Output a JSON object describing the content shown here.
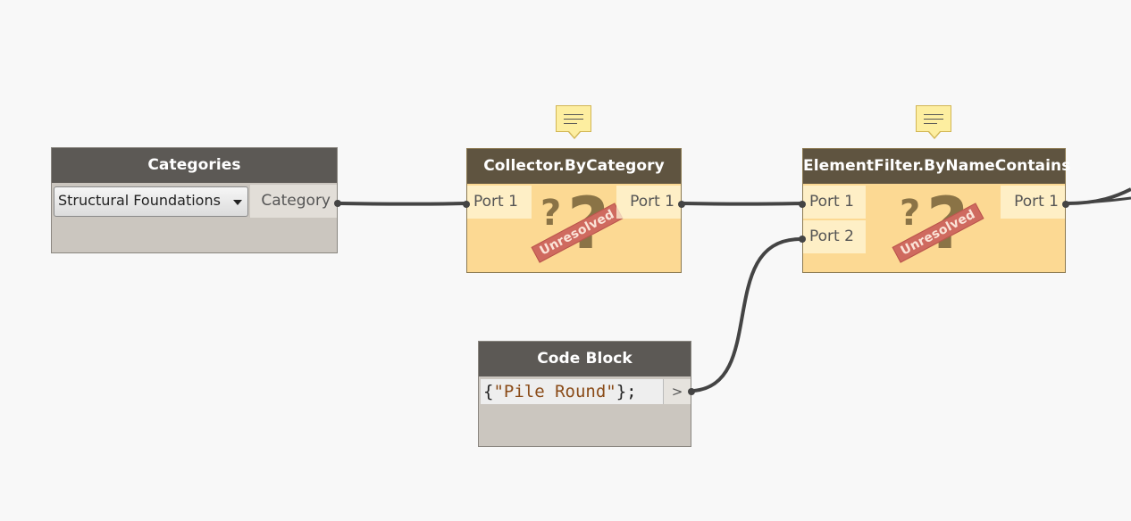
{
  "nodes": {
    "categories": {
      "title": "Categories",
      "dropdown_value": "Structural Foundations",
      "output_port": "Category"
    },
    "collector": {
      "title": "Collector.ByCategory",
      "input_port": "Port 1",
      "output_port": "Port 1",
      "status": "Unresolved"
    },
    "element_filter": {
      "title": "ElementFilter.ByNameContains",
      "input_ports": [
        "Port 1",
        "Port 2"
      ],
      "output_port": "Port 1",
      "status": "Unresolved"
    },
    "code_block": {
      "title": "Code Block",
      "code_prefix": "{",
      "code_string": "\"Pile Round\"",
      "code_suffix": "};",
      "output_port": ">"
    }
  },
  "icons": {
    "comment": "comment-icon",
    "dropdown_arrow": "chevron-down-icon",
    "unresolved": "question-mark-icon"
  },
  "colors": {
    "canvas": "#f8f8f8",
    "node_header": "#5c5955",
    "unresolved_header": "#5f5440",
    "unresolved_body": "#fcd993",
    "wire": "#444444"
  }
}
